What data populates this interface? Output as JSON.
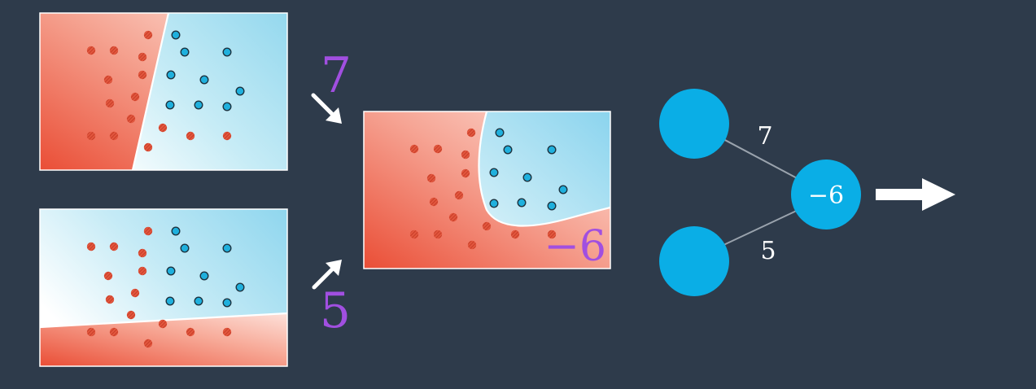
{
  "inputs": {
    "weight_top": "7",
    "weight_bottom": "5",
    "bias": "−6"
  },
  "network": {
    "weight_top": "7",
    "weight_bottom": "5",
    "output_node": "−6"
  },
  "colors": {
    "background": "#2e3b4b",
    "red_region": "#ef5a45",
    "blue_region": "#9edcef",
    "red_point": "#e1553f",
    "blue_point": "#1fb0dd",
    "node": "#0aaee6",
    "accent_purple": "#a14fe0",
    "arrow": "#ffffff"
  }
}
